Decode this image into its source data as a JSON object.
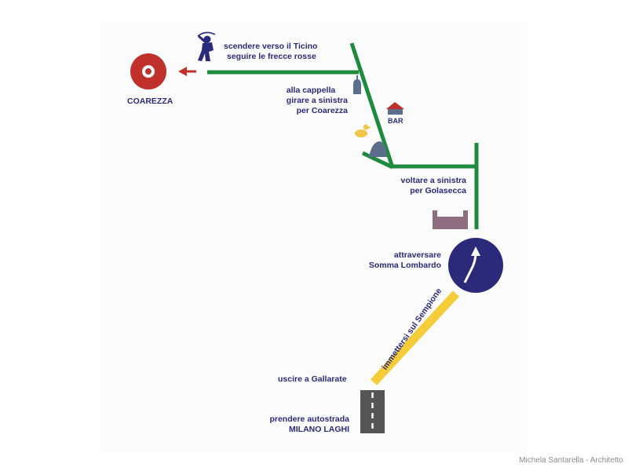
{
  "colors": {
    "route_green": "#1e8a3c",
    "highway_yellow": "#f5cc3a",
    "navy": "#2b2a7a",
    "destination_red": "#c0312b",
    "building_slate": "#5b6f8c",
    "castle_mauve": "#8d6d7e",
    "duck_yellow": "#f2c64a",
    "road_gray": "#555555"
  },
  "labels": {
    "destination": "COAREZZA",
    "ticino_line1": "scendere verso il Ticino",
    "ticino_line2": "seguire le frecce rosse",
    "chapel_line1": "alla cappella",
    "chapel_line2": "girare a sinistra",
    "chapel_line3": "per Coarezza",
    "bar": "BAR",
    "turn_line1": "voltare a sinistra",
    "turn_line2": "per Golasecca",
    "cross_line1": "attraversare",
    "cross_line2": "Somma Lombardo",
    "highway": "immettersi sul  Sempione",
    "exit": "uscire a Gallarate",
    "motorway_line1": "prendere autostrada",
    "motorway_line2": "MILANO LAGHI"
  },
  "icons": [
    "golfer-icon",
    "chapel-icon",
    "bar-house-icon",
    "duck-icon",
    "hill-icon",
    "castle-icon",
    "roundabout-arrow-icon",
    "target-icon",
    "red-arrow-icon",
    "motorway-icon"
  ],
  "credit": "Michela Santarella - Architetto"
}
